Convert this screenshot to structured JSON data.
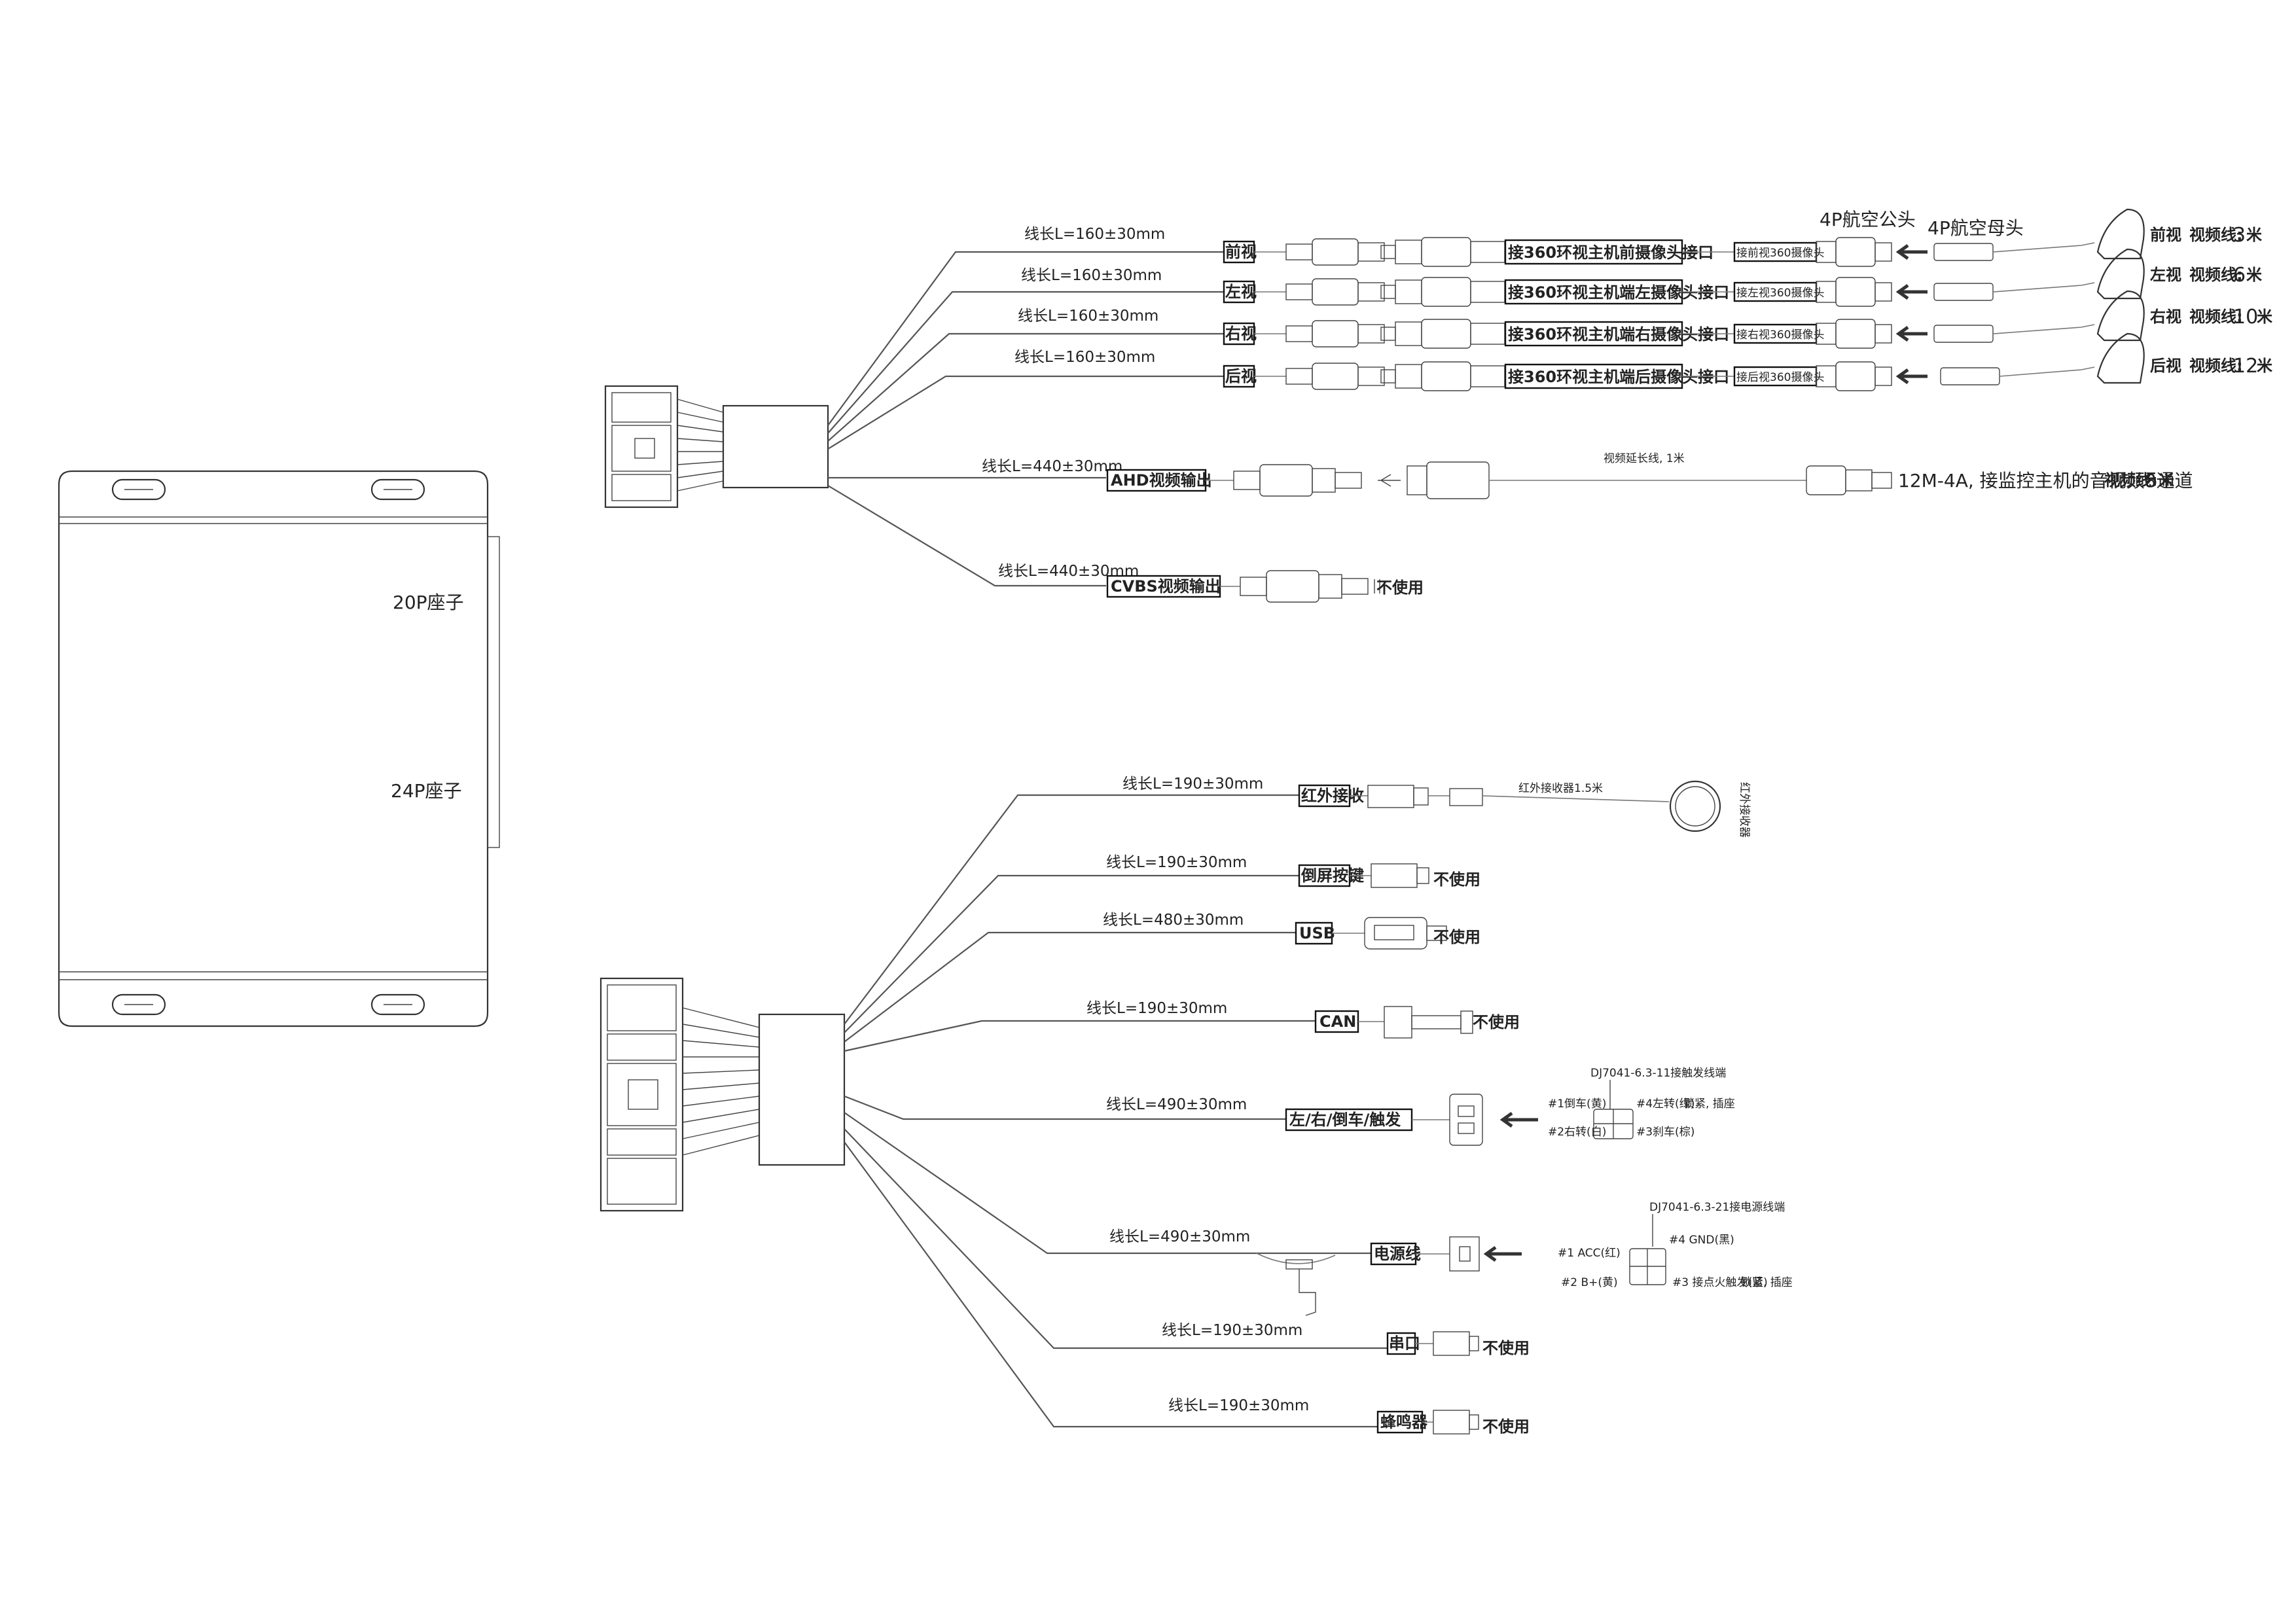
{
  "device": {
    "label_20p": "20P座子",
    "label_24p": "24P座子"
  },
  "top": {
    "cams": [
      {
        "len": "线长L=160±30mm",
        "tag": "前视",
        "iface": "接360环视主机前摄像头接口",
        "cam": "接前视360摄像头",
        "pos": "前视",
        "line": "视频线:",
        "meters": "3",
        "unit": "米"
      },
      {
        "len": "线长L=160±30mm",
        "tag": "左视",
        "iface": "接360环视主机端左摄像头接口",
        "cam": "接左视360摄像头",
        "pos": "左视",
        "line": "视频线:",
        "meters": "6",
        "unit": "米"
      },
      {
        "len": "线长L=160±30mm",
        "tag": "右视",
        "iface": "接360环视主机端右摄像头接口",
        "cam": "接右视360摄像头",
        "pos": "右视",
        "line": "视频线:",
        "meters": "10",
        "unit": "米"
      },
      {
        "len": "线长L=160±30mm",
        "tag": "后视",
        "iface": "接360环视主机端后摄像头接口",
        "cam": "接后视360摄像头",
        "pos": "后视",
        "line": "视频线:",
        "meters": "12",
        "unit": "米"
      }
    ],
    "male_label": "4P航空公头",
    "female_label": "4P航空母头",
    "ahd": {
      "len": "线长L=440±30mm",
      "tag": "AHD视频输出",
      "ext": "视频延长线, 1米",
      "desc": "12M-4A, 接监控主机的音视频8通道",
      "line": "视频线:",
      "meters": "5",
      "unit": "米"
    },
    "cvbs": {
      "len": "线长L=440±30mm",
      "tag": "CVBS视频输出",
      "note": "不使用"
    }
  },
  "bottom": {
    "ir": {
      "len": "线长L=190±30mm",
      "tag": "红外接收",
      "ext": "红外接收器1.5米",
      "sensor": "红外接收器"
    },
    "mic": {
      "len": "线长L=190±30mm",
      "tag": "倒屏按键",
      "note": "不使用"
    },
    "usb": {
      "len": "线长L=480±30mm",
      "tag": "USB",
      "note": "不使用"
    },
    "can": {
      "len": "线长L=190±30mm",
      "tag": "CAN",
      "note": "不使用"
    },
    "trig": {
      "len": "线长L=490±30mm",
      "tag": "左/右/倒车/触发",
      "part": "DJ7041-6.3-11接触发线端",
      "pins": [
        "#1倒车(黄)",
        "#4左转(绿)",
        "#2右转(白)",
        "#3刹车(棕)"
      ],
      "note": "锁紧, 插座"
    },
    "pwr": {
      "len": "线长L=490±30mm",
      "tag": "电源线",
      "part": "DJ7041-6.3-21接电源线端",
      "pins": [
        "#1 ACC(红)",
        "#4 GND(黑)",
        "#2 B+(黄)",
        "#3 接点火触发(蓝)"
      ],
      "note": "锁紧, 插座"
    },
    "serial": {
      "len": "线长L=190±30mm",
      "tag": "串口",
      "note": "不使用"
    },
    "buzzer": {
      "len": "线长L=190±30mm",
      "tag": "蜂鸣器",
      "note": "不使用"
    }
  }
}
